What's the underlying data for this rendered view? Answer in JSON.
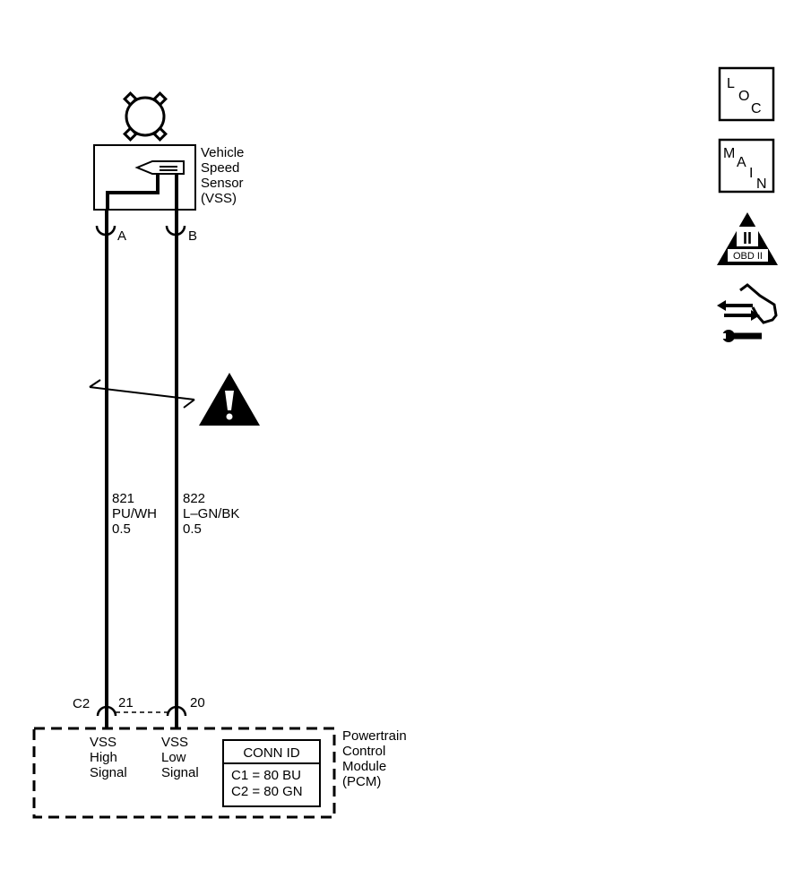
{
  "sensor": {
    "name_lines": [
      "Vehicle",
      "Speed",
      "Sensor",
      "(VSS)"
    ],
    "pin_a": "A",
    "pin_b": "B"
  },
  "wires": [
    {
      "circuit": "821",
      "color": "PU/WH",
      "gauge": "0.5"
    },
    {
      "circuit": "822",
      "color": "L–GN/BK",
      "gauge": "0.5"
    }
  ],
  "pcm": {
    "connector": "C2",
    "pin_high": "21",
    "pin_low": "20",
    "high_label_lines": [
      "VSS",
      "High",
      "Signal"
    ],
    "low_label_lines": [
      "VSS",
      "Low",
      "Signal"
    ],
    "name_lines": [
      "Powertrain",
      "Control",
      "Module",
      "(PCM)"
    ],
    "conn_id": {
      "title": "CONN ID",
      "rows": [
        "C1 = 80 BU",
        "C2 = 80 GN"
      ]
    }
  },
  "icons": {
    "loc": {
      "letters": [
        "L",
        "O",
        "C"
      ]
    },
    "main": {
      "letters": [
        "M",
        "A",
        "I",
        "N"
      ]
    },
    "obd": {
      "numeral": "II",
      "label": "OBD II"
    }
  }
}
